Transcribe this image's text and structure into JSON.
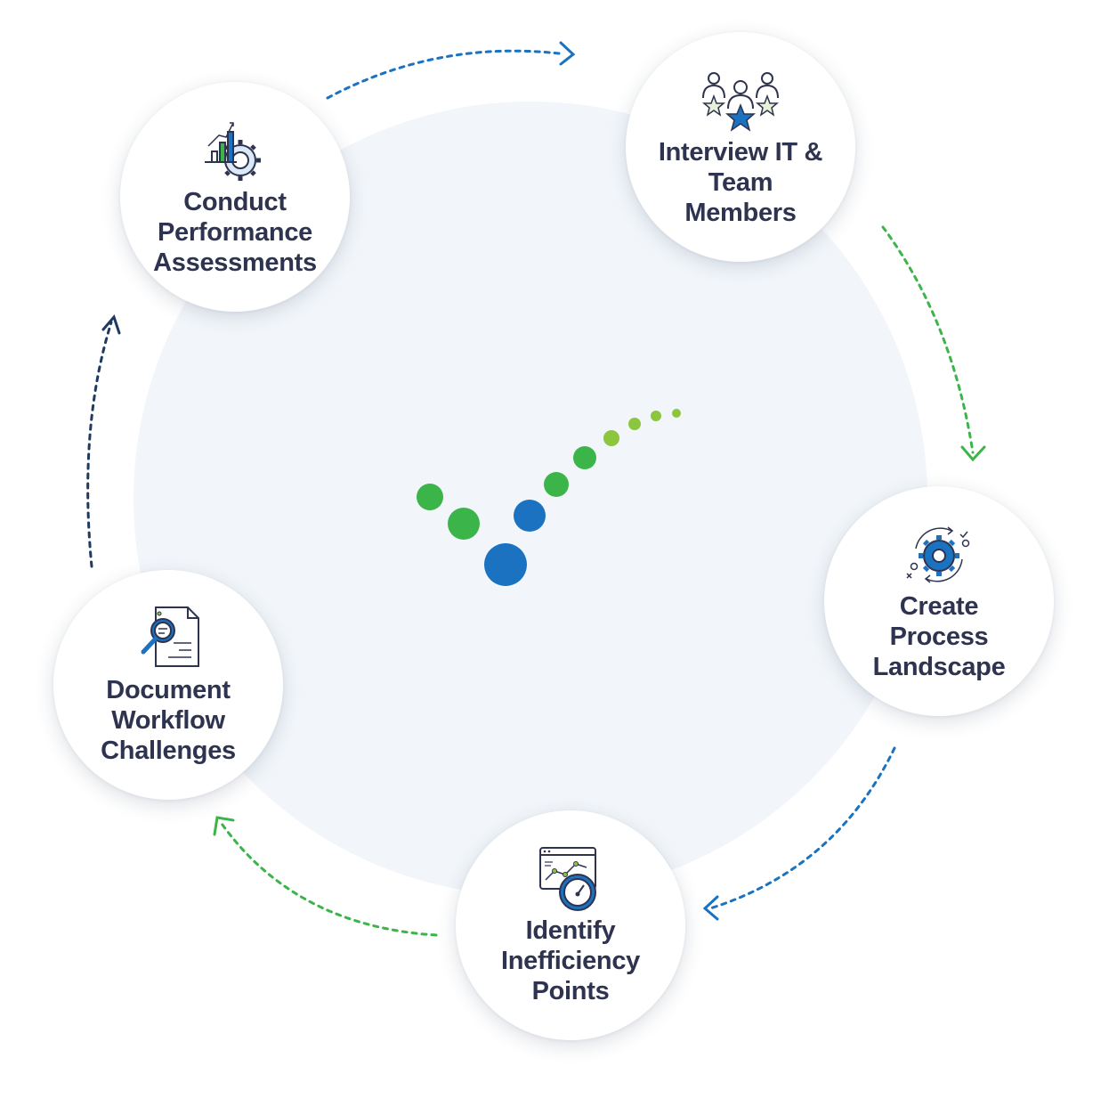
{
  "colors": {
    "navy": "#1f3a5f",
    "blue": "#1a72c0",
    "green": "#3bb54a",
    "lightGreen": "#8cc63f",
    "text": "#2e3350",
    "bgCircle": "#f2f6fa"
  },
  "steps": [
    {
      "label": "Conduct\nPerformance\nAssessments",
      "icon": "chart-gear-icon"
    },
    {
      "label": "Interview IT &\nTeam\nMembers",
      "icon": "team-stars-icon"
    },
    {
      "label": "Create\nProcess\nLandscape",
      "icon": "process-gear-icon"
    },
    {
      "label": "Identify\nInefficiency\nPoints",
      "icon": "dashboard-gauge-icon"
    },
    {
      "label": "Document\nWorkflow\nChallenges",
      "icon": "document-search-icon"
    }
  ]
}
